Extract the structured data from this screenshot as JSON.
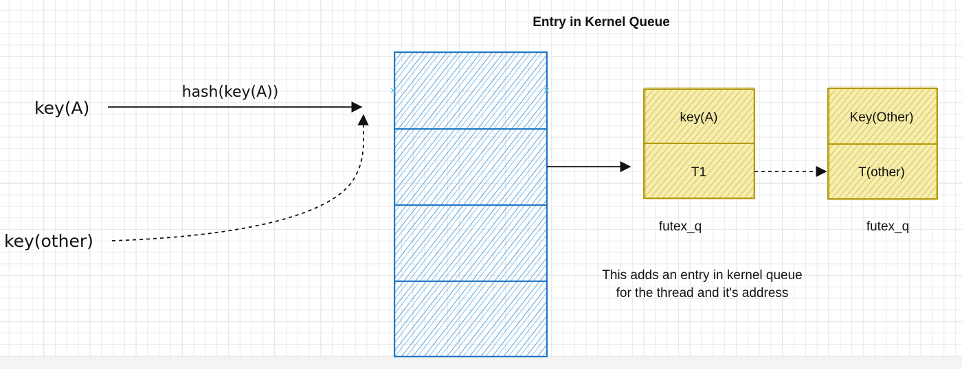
{
  "title": "Entry in Kernel Queue",
  "inputs": {
    "key_a": "key(A)",
    "key_other": "key(other)"
  },
  "hash_label": "hash(key(A))",
  "futex_nodes": [
    {
      "key": "key(A)",
      "thread": "T1",
      "caption": "futex_q"
    },
    {
      "key": "Key(Other)",
      "thread": "T(other)",
      "caption": "futex_q"
    }
  ],
  "note_lines": [
    "This adds an entry in kernel queue",
    "for the thread and it's address"
  ],
  "colors": {
    "bucket_stroke": "#1f77c4",
    "bucket_hatch": "#2f8fd8",
    "node_stroke": "#b59a0e",
    "node_fill": "#f3e79a",
    "node_hatch": "#c9a915",
    "arrow": "#111111"
  }
}
